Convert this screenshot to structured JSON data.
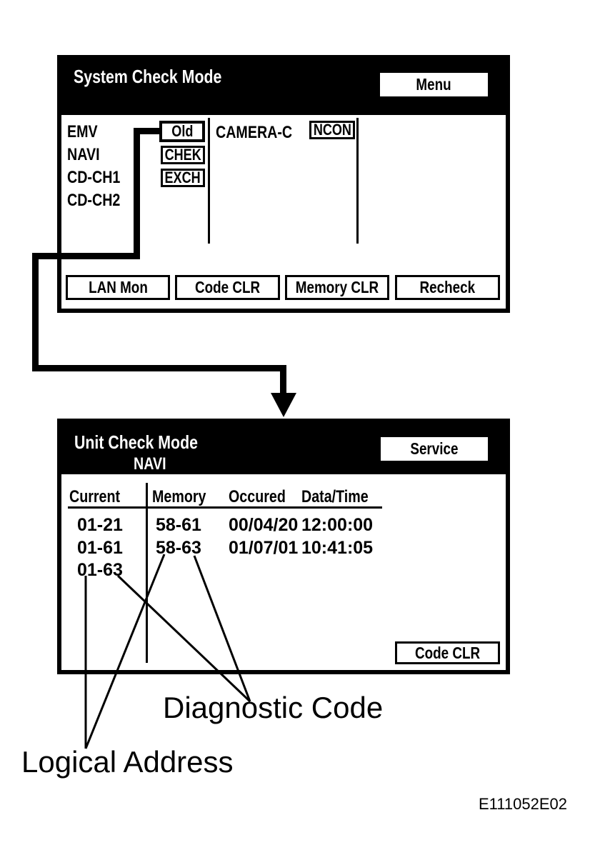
{
  "page": {
    "figure_code": "E111052E02",
    "ink_color": "#000000",
    "background_color": "#ffffff"
  },
  "system_check_screen": {
    "title": "System Check Mode",
    "menu_button": "Menu",
    "devices": [
      {
        "label": "EMV",
        "status": "Old"
      },
      {
        "label": "NAVI",
        "status": "CHEK"
      },
      {
        "label": "CD-CH1",
        "status": "EXCH"
      },
      {
        "label": "CD-CH2",
        "status": ""
      }
    ],
    "camera": {
      "label": "CAMERA-C",
      "status": "NCON"
    },
    "buttons": [
      "LAN Mon",
      "Code CLR",
      "Memory CLR",
      "Recheck"
    ]
  },
  "unit_check_screen": {
    "title": "Unit Check Mode",
    "subtitle": "NAVI",
    "service_button": "Service",
    "table": {
      "columns": [
        "Current",
        "Memory",
        "Occured",
        "Data/Time"
      ],
      "rows": [
        [
          "01-21",
          "58-61",
          "00/04/20",
          "12:00:00"
        ],
        [
          "01-61",
          "58-63",
          "01/07/01",
          "10:41:05"
        ],
        [
          "01-63",
          "",
          "",
          ""
        ]
      ]
    },
    "code_clr_button": "Code CLR"
  },
  "annotations": {
    "diagnostic_code_label": "Diagnostic Code",
    "logical_address_label": "Logical Address"
  }
}
